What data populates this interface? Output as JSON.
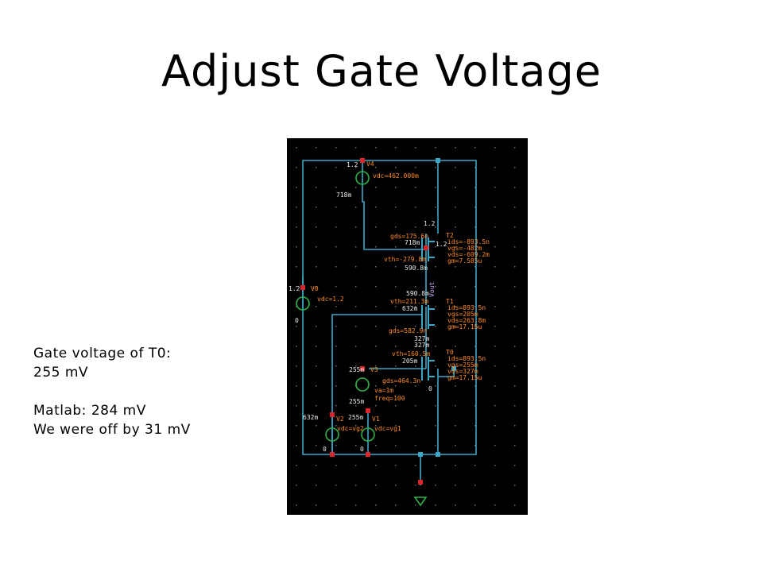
{
  "slide": {
    "title": "Adjust Gate Voltage",
    "notes": [
      "Gate voltage of T0:",
      "255 mV",
      "",
      "Matlab: 284 mV",
      "We were off by 31 mV"
    ]
  },
  "schematic": {
    "wire_color": "#3aa7c9",
    "label_color": "#ff8c1a",
    "node_color": "#e0242b",
    "ground_color": "#2fb34a",
    "text_color": "#e9e9e9",
    "labels": {
      "v4_top": "1.2",
      "v4_name": "V4",
      "v4_vdc": "vdc=462.000m",
      "v4_bot": "718m",
      "t2_top": "1.2",
      "t2_name": "T2",
      "t2_gds": "gds=175.6n",
      "t2_718": "718m",
      "t2_12": "1.2",
      "t2_ids": "ids=-893.5n",
      "t2_vgs": "vgs=-482m",
      "t2_vds": "vds=-609.2m",
      "t2_gm": "gm=7.585u",
      "t2_vth": "vth=-279.8m",
      "t2_590": "590.8m",
      "vout": "Vout",
      "v0_top": "1.2",
      "v0_name": "V0",
      "v0_vdc": "vdc=1.2",
      "v0_bot": "0",
      "t1_590": "590.8m",
      "t1_vth": "vth=211.3m",
      "t1_name": "T1",
      "t1_632": "632m",
      "t1_ids": "ids=893.5n",
      "t1_vgs": "vgs=205m",
      "t1_vds": "vds=263.8m",
      "t1_gm": "gm=17.15u",
      "t1_gds": "gds=582.9n",
      "n327a": "327m",
      "n327b": "327m",
      "t0_vth": "vth=160.5m",
      "t0_name": "T0",
      "t0_ids": "ids=893.5n",
      "t0_vgs": "vgs=255m",
      "t0_vds": "vds=327m",
      "t0_gm": "gm=17.15u",
      "t0_gds": "gds=464.3n",
      "t0_0": "0",
      "t0_205": "205m",
      "v3_255": "255m",
      "v3_name": "V3",
      "v3_va": "va=1m",
      "v3_freq": "freq=100",
      "v3_bot": "255m",
      "v2_632": "632m",
      "v2_name": "V2",
      "v2_vdc": "vdc=vg2",
      "v1_255": "255m",
      "v1_name": "V1",
      "v1_vdc": "vdc=vg1",
      "g1": "0",
      "g2": "0"
    }
  }
}
